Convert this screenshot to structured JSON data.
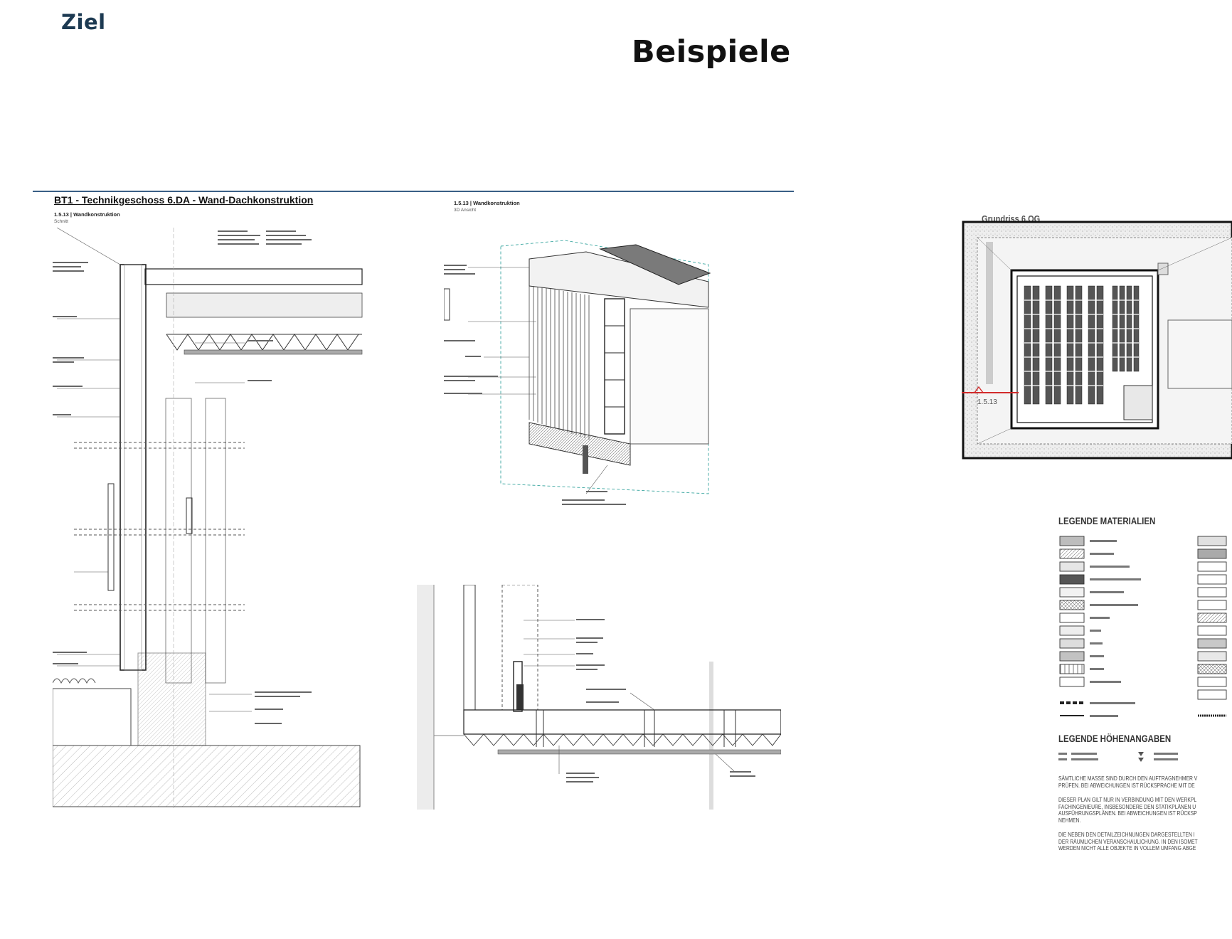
{
  "page": {
    "label": "Ziel",
    "title": "Beispiele"
  },
  "sheet": {
    "title": "BT1 - Technikgeschoss 6.DA - Wand-Dachkonstruktion",
    "section_view": {
      "heading": "1.5.13 | Wandkonstruktion",
      "caption": "Schnitt"
    },
    "iso_view": {
      "heading": "1.5.13 | Wandkonstruktion",
      "caption": "3D Ansicht"
    }
  },
  "plan": {
    "title": "Grundriss 6.OG",
    "section_marker": "1.5.13"
  },
  "legend": {
    "materials_title": "LEGENDE MATERIALIEN",
    "heights_title": "LEGENDE HÖHENANGABEN",
    "notes": [
      "SÄMTLICHE MASSE SIND DURCH DEN AUFTRAGNEHMER V",
      "PRÜFEN. BEI ABWEICHUNGEN IST RÜCKSPRACHE MIT DE",
      "DIESER PLAN GILT NUR IN VERBINDUNG MIT DEN WERKPL",
      "FACHINGENIEURE, INSBESONDERE DEN STATIKPLÄNEN U",
      "AUSFÜHRUNGSPLÄNEN. BEI ABWEICHUNGEN IST RÜCKSP",
      "NEHMEN.",
      "DIE NEBEN DEN DETAILZEICHNUNGEN DARGESTELLTEN I",
      "DER RÄUMLICHEN VERANSCHAULICHUNG. IN DEN ISOMET",
      "WERDEN NICHT ALLE OBJEKTE IN VOLLEM UMFANG ABGE"
    ]
  },
  "colors": {
    "accent_label": "#1d3a52",
    "rule": "#3a5f86",
    "plan_marker": "#d22b2b",
    "iso_dash": "#3aa6a0"
  }
}
